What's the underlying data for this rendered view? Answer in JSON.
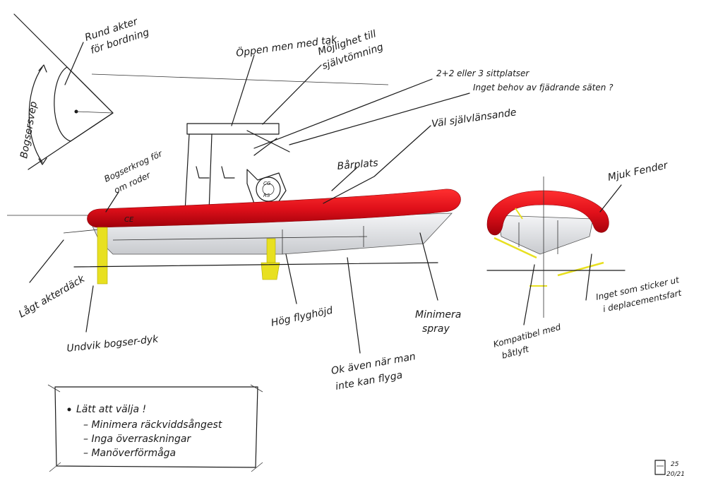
{
  "colors": {
    "fender": "#e0101a",
    "fender_shade": "#b0000c",
    "jet_yellow": "#e8e020",
    "hull_grey": "#d6d8dc",
    "ink": "#1a1a1a"
  },
  "labels": {
    "round_stern_line1": "Rund akter",
    "round_stern_line2": "för bordning",
    "tow_sweep": "Bogsersvep",
    "open_with_roof": "Öppen men med tak",
    "self_drain_option_line1": "Möjlighet till",
    "self_drain_option_line2": "självtömning",
    "seats_line1": "2+2 eller 3 sittplatser",
    "seats_line2": "Inget behov av fjädrande säten ?",
    "self_bailing": "Väl självlänsande",
    "tow_hook_line1": "Bogserkrog för",
    "tow_hook_line2": "om roder",
    "stretcher_space": "Bårplats",
    "soft_fender": "Mjuk Fender",
    "low_aft_deck": "Lågt akterdäck",
    "avoid_tow_dive": "Undvik bogser-dyk",
    "high_planing": "Hög flyghöjd",
    "minimize_spray_line1": "Minimera",
    "minimize_spray_line2": "spray",
    "ok_also_line1": "Ok även när man",
    "ok_also_line2": "inte kan flyga",
    "boat_lift_line1": "Kompatibel med",
    "boat_lift_line2": "båtlyft",
    "nothing_sticks_line1": "Inget som sticker ut",
    "nothing_sticks_line2": "i deplacementsfart",
    "hull_mark": "CE",
    "wheel_mark_top": "CG",
    "wheel_mark_bottom": "RS"
  },
  "notes_box": {
    "heading": "Lätt att välja !",
    "items": [
      "Minimera räckviddsångest",
      "Inga överraskningar",
      "Manöverförmåga"
    ]
  },
  "signature": {
    "date_top": "25",
    "date_bottom": "20/21"
  }
}
